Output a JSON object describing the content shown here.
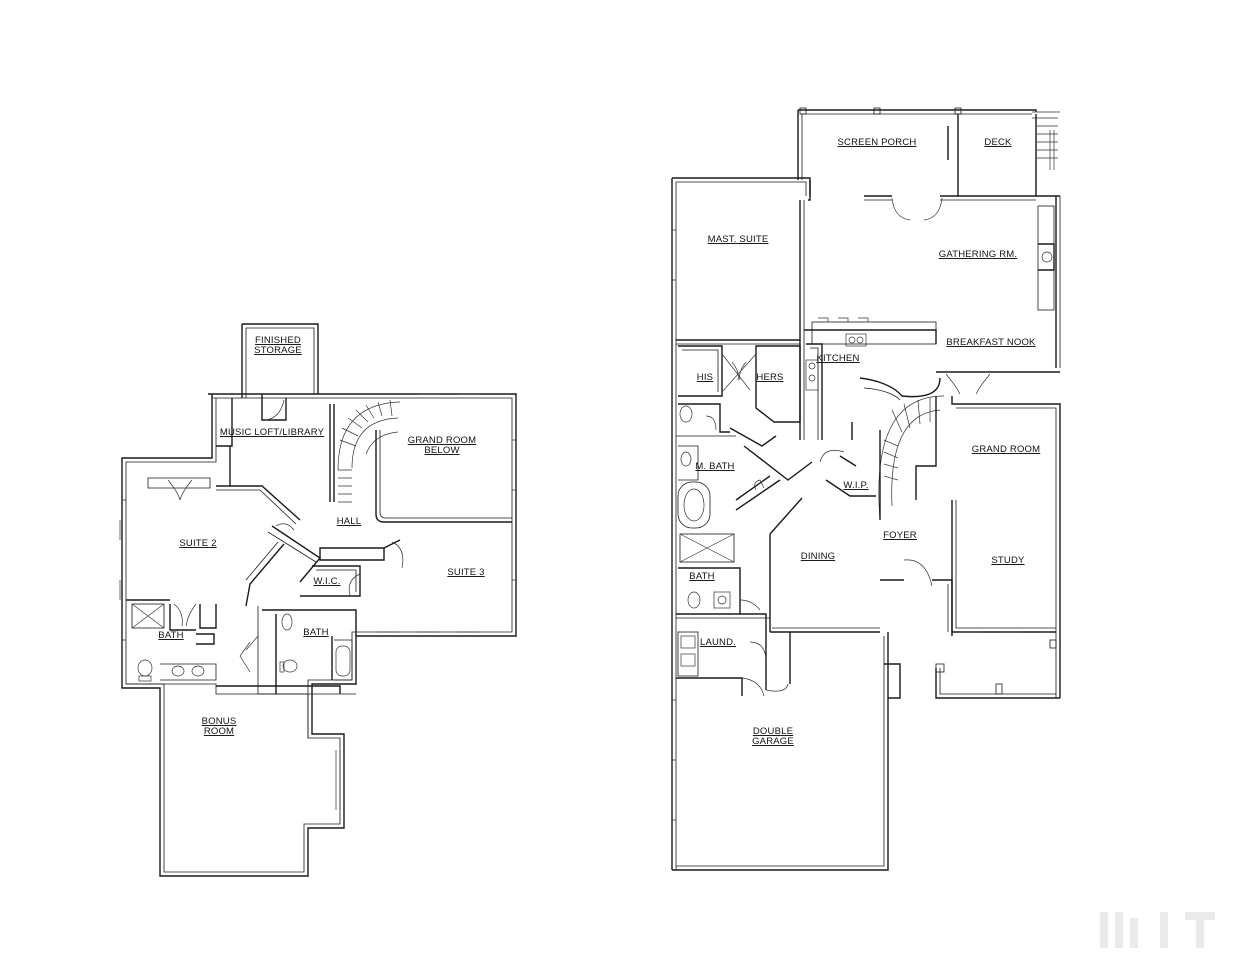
{
  "upper_floor": {
    "rooms": {
      "finished_storage_1": "FINISHED",
      "finished_storage_2": "STORAGE",
      "music_loft": "MUSIC LOFT/LIBRARY",
      "grand_room_below_1": "GRAND ROOM",
      "grand_room_below_2": "BELOW",
      "suite2": "SUITE 2",
      "hall": "HALL",
      "wic": "W.I.C.",
      "suite3": "SUITE 3",
      "bath_left": "BATH",
      "bath_center": "BATH",
      "bonus_1": "BONUS",
      "bonus_2": "ROOM"
    }
  },
  "main_floor": {
    "rooms": {
      "screen_porch": "SCREEN PORCH",
      "deck": "DECK",
      "mast_suite": "MAST. SUITE",
      "gathering": "GATHERING RM.",
      "breakfast": "BREAKFAST NOOK",
      "kitchen": "KITCHEN",
      "his": "HIS",
      "hers": "HERS",
      "grand_room": "GRAND ROOM",
      "m_bath": "M. BATH",
      "wip": "W.I.P.",
      "foyer": "FOYER",
      "dining": "DINING",
      "study": "STUDY",
      "bath": "BATH",
      "laund": "LAUND.",
      "garage_1": "DOUBLE",
      "garage_2": "GARAGE"
    }
  }
}
